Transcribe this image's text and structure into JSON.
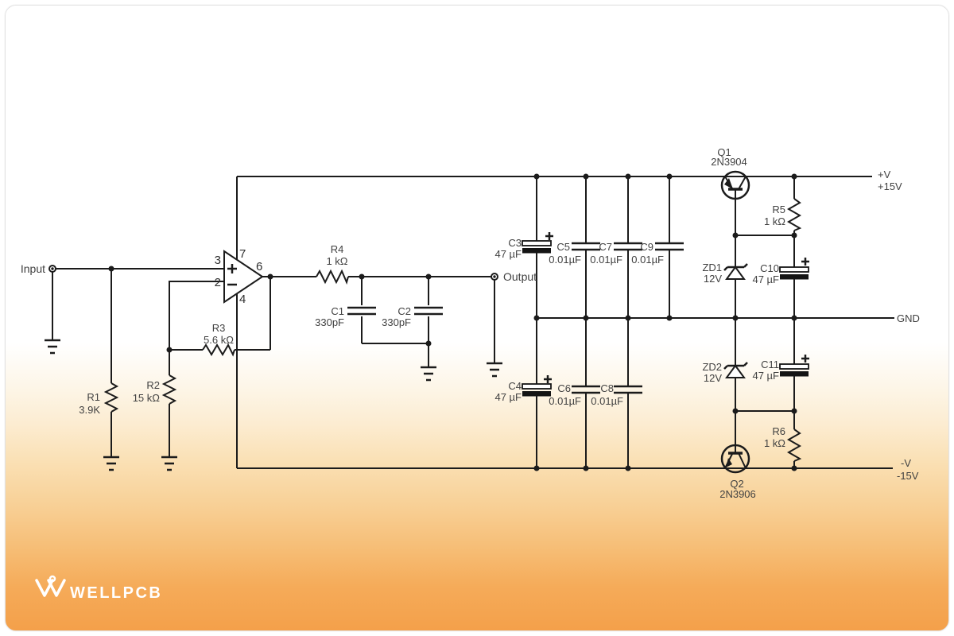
{
  "brand": {
    "name": "WELLPCB"
  },
  "terminals": {
    "input": "Input",
    "output": "Output"
  },
  "opamp": {
    "pin_noninv": "3",
    "pin_inv": "2",
    "pin_vplus": "7",
    "pin_vminus": "4",
    "pin_out": "6"
  },
  "parts": {
    "R1": {
      "ref": "R1",
      "value": "3.9K"
    },
    "R2": {
      "ref": "R2",
      "value": "15 kΩ"
    },
    "R3": {
      "ref": "R3",
      "value": "5.6 kΩ"
    },
    "R4": {
      "ref": "R4",
      "value": "1 kΩ"
    },
    "R5": {
      "ref": "R5",
      "value": "1 kΩ"
    },
    "R6": {
      "ref": "R6",
      "value": "1 kΩ"
    },
    "C1": {
      "ref": "C1",
      "value": "330pF"
    },
    "C2": {
      "ref": "C2",
      "value": "330pF"
    },
    "C3": {
      "ref": "C3",
      "value": "47 µF"
    },
    "C4": {
      "ref": "C4",
      "value": "47 µF"
    },
    "C5": {
      "ref": "C5",
      "value": "0.01µF"
    },
    "C6": {
      "ref": "C6",
      "value": "0.01µF"
    },
    "C7": {
      "ref": "C7",
      "value": "0.01µF"
    },
    "C8": {
      "ref": "C8",
      "value": "0.01µF"
    },
    "C9": {
      "ref": "C9",
      "value": "0.01µF"
    },
    "C10": {
      "ref": "C10",
      "value": "47 µF"
    },
    "C11": {
      "ref": "C11",
      "value": "47 µF"
    },
    "Q1": {
      "ref": "Q1",
      "part": "2N3904"
    },
    "Q2": {
      "ref": "Q2",
      "part": "2N3906"
    },
    "ZD1": {
      "ref": "ZD1",
      "value": "12V"
    },
    "ZD2": {
      "ref": "ZD2",
      "value": "12V"
    }
  },
  "rails": {
    "positive": {
      "name": "+V",
      "voltage": "+15V"
    },
    "ground": {
      "name": "GND"
    },
    "negative": {
      "name": "-V",
      "voltage": "-15V"
    }
  },
  "colors": {
    "wire": "#1b1b1b",
    "label": "#414141",
    "accent_orange": "#f4a04a"
  }
}
